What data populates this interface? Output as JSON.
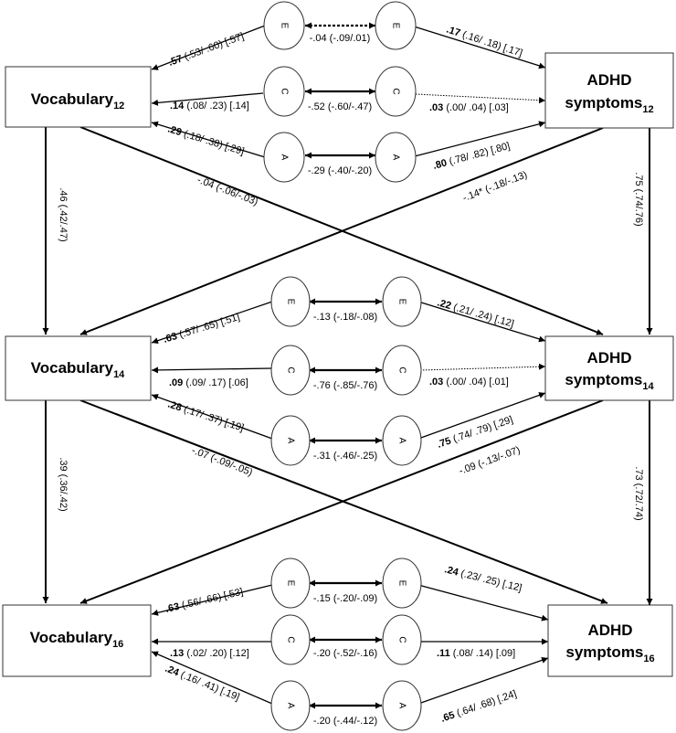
{
  "boxes": {
    "voc12": {
      "main": "Vocabulary",
      "sub": "12"
    },
    "adhd12": {
      "line1": "ADHD",
      "main": "symptoms",
      "sub": "12"
    },
    "voc14": {
      "main": "Vocabulary",
      "sub": "14"
    },
    "adhd14": {
      "line1": "ADHD",
      "main": "symptoms",
      "sub": "14"
    },
    "voc16": {
      "main": "Vocabulary",
      "sub": "16"
    },
    "adhd16": {
      "line1": "ADHD",
      "main": "symptoms",
      "sub": "16"
    }
  },
  "latent": {
    "E": "E",
    "C": "C",
    "A": "A"
  },
  "paths": {
    "t12": {
      "voc_E": {
        "bold": ".57",
        "rest": " (.53/ .60) [.57]"
      },
      "voc_C": {
        "bold": ".14",
        "rest": " (.08/ .23) [.14]"
      },
      "voc_A": {
        "bold": ".29",
        "rest": " (.18/ .38) [.29]"
      },
      "adhd_E": {
        "bold": ".17",
        "rest": " (.16/ .18) [.17]"
      },
      "adhd_C": {
        "bold": ".03",
        "rest": " (.00/ .04) [.03]"
      },
      "adhd_A": {
        "bold": ".80",
        "rest": " (.78/ .82) [.80]"
      },
      "corr_E": "-.04 (-.09/.01)",
      "corr_C": "-.52 (-.60/-.47)",
      "corr_A": "-.29 (-.40/-.20)"
    },
    "t14": {
      "voc_E": {
        "bold": ".63",
        "rest": " (.57/ .65) [.51]"
      },
      "voc_C": {
        "bold": ".09",
        "rest": " (.09/ .17) [.06]"
      },
      "voc_A": {
        "bold": ".28",
        "rest": " (.17/ .37) [.19]"
      },
      "adhd_E": {
        "bold": ".22",
        "rest": " (.21/ .24) [.12]"
      },
      "adhd_C": {
        "bold": ".03",
        "rest": " (.00/ .04) [.01]"
      },
      "adhd_A": {
        "bold": ".75",
        "rest": " (.74/ .79) [.29]"
      },
      "corr_E": "-.13 (-.18/-.08)",
      "corr_C": "-.76 (-.85/-.76)",
      "corr_A": "-.31 (-.46/-.25)"
    },
    "t16": {
      "voc_E": {
        "bold": ".63",
        "rest": " (.56/ .66) [.53]"
      },
      "voc_C": {
        "bold": ".13",
        "rest": " (.02/ .20) [.12]"
      },
      "voc_A": {
        "bold": ".24",
        "rest": " (.16/ .41) [.19]"
      },
      "adhd_E": {
        "bold": ".24",
        "rest": " (.23/ .25) [.12]"
      },
      "adhd_C": {
        "bold": ".11",
        "rest": " (.08/ .14) [.09]"
      },
      "adhd_A": {
        "bold": ".65",
        "rest": " (.64/ .68) [.24]"
      },
      "corr_E": "-.15 (-.20/-.09)",
      "corr_C": "-.20 (-.52/-.16)",
      "corr_A": "-.20 (-.44/-.12)"
    },
    "stability": {
      "voc_12_14": ".46 (.42/.47)",
      "adhd_12_14": ".75 (.74/.76)",
      "voc_14_16": ".39 (.36/.42)",
      "adhd_14_16": ".73 (.72/.74)"
    },
    "cross": {
      "voc12_adhd14": "-.04 (-.06/-.03)",
      "adhd12_voc14": "-.14* (-.18/-.13)",
      "voc14_adhd16": "-.07 (-.09/-.05)",
      "adhd14_voc16": "-.09 (-.13/-.07)"
    }
  }
}
